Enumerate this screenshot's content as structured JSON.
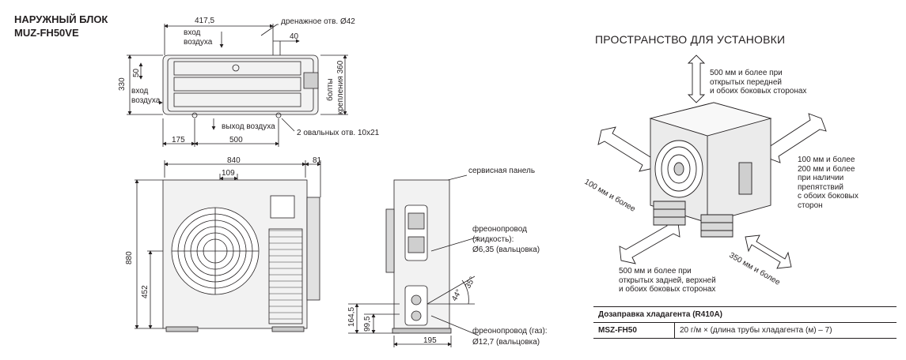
{
  "header": {
    "title_line1": "НАРУЖНЫЙ БЛОК",
    "title_line2": "MUZ-FH50VE"
  },
  "top_view": {
    "dim_width_top": "417,5",
    "drain_hole": "дренажное отв. Ø42",
    "dim_40": "40",
    "air_in_top": [
      "вход",
      "воздуха"
    ],
    "air_in_left": [
      "вход",
      "воздуха"
    ],
    "dim_330": "330",
    "dim_50": "50",
    "bolts": [
      "болты",
      "крепления 360"
    ],
    "air_out": "выход воздуха",
    "oval_holes": "2 овальных отв. 10x21",
    "dim_175": "175",
    "dim_500": "500"
  },
  "front_view": {
    "dim_840": "840",
    "dim_81": "81",
    "dim_109": "109",
    "dim_880": "880",
    "dim_452": "452"
  },
  "side_view": {
    "service_panel": "сервисная панель",
    "liquid_pipe": [
      "фреонопровод",
      "(жидкость):",
      "Ø6,35 (вальцовка)"
    ],
    "gas_pipe": [
      "фреонопровод (газ):",
      "Ø12,7 (вальцовка)"
    ],
    "angle_35": "35°",
    "angle_44": "44°",
    "dim_164_5": "164,5",
    "dim_99_5": "99,5",
    "dim_195": "195"
  },
  "installation": {
    "title": "ПРОСТРАНСТВО ДЛЯ УСТАНОВКИ",
    "top_note": [
      "500 мм  и более при",
      "открытых передней",
      "и обоих боковых сторонах"
    ],
    "left_note": "100 мм и более",
    "right_note": [
      "100 мм и более",
      "200 мм и более",
      "при наличии",
      "препятствий",
      "с обоих боковых",
      "сторон"
    ],
    "bottom_note": [
      "500 мм и более при",
      "открытых задней, верхней",
      "и обоих боковых сторонах"
    ],
    "bottom_right_note": "350 мм и более"
  },
  "refrigerant": {
    "header": "Дозаправка хладагента (R410A)",
    "model": "MSZ-FH50",
    "formula": "20 г/м × (длина трубы хладагента (м) – 7)"
  },
  "colors": {
    "line": "#231f20",
    "unit_fill": "#e8e8e8",
    "arrow_fill": "#ffffff"
  }
}
